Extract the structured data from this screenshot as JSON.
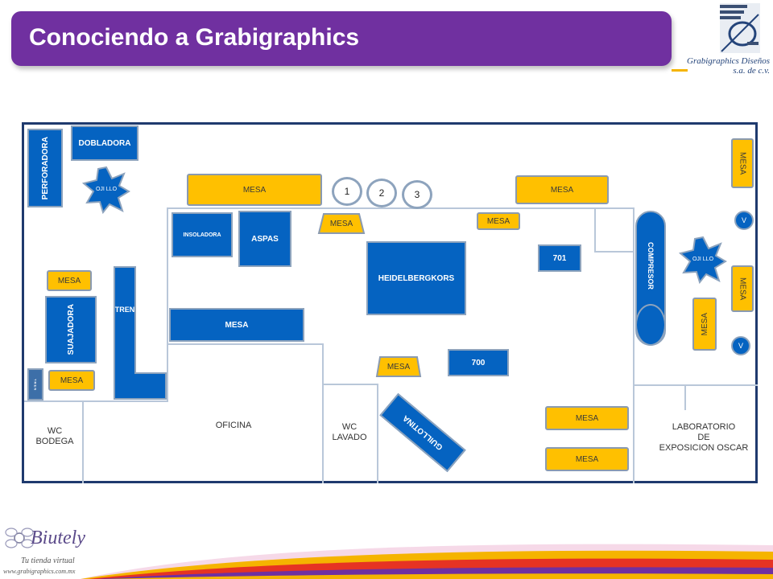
{
  "header": {
    "title": "Conociendo a Grabigraphics",
    "logo_name": "Grabigraphics Diseños",
    "logo_sub": "s.a. de c.v."
  },
  "colors": {
    "title_bg": "#7030a0",
    "machine": "#0563c1",
    "table": "#ffc000",
    "wall": "#1f3a6e"
  },
  "machines": {
    "dobladora": "DOBLADORA",
    "perforadora": "PERFORADORA",
    "insoladora": "INSOLADORA",
    "aspas": "ASPAS",
    "heidelberg": "HEIDELBERGKORS",
    "m701": "701",
    "m700": "700",
    "suajadora": "SUAJADORA",
    "tren": "TREN",
    "compresor": "COMPRESOR",
    "guillotina": "GUILLOTINA",
    "mesa_blue": "MESA",
    "small_vertical": "T R E N"
  },
  "tables": {
    "mesa": "MESA"
  },
  "numbers": [
    "1",
    "2",
    "3"
  ],
  "stars": {
    "left": "OJI LLO",
    "right": "OJI LLO"
  },
  "valves": [
    "V",
    "V"
  ],
  "rooms": {
    "wc_bodega": "WC\nBODEGA",
    "oficina": "OFICINA",
    "wc_lavado": "WC\nLAVADO",
    "laboratorio": "LABORATORIO\nDE\nEXPOSICION OSCAR"
  },
  "footer": {
    "brand": "Biutely",
    "tagline": "Tu tienda virtual",
    "url": "www.grabigraphics.com.mx"
  }
}
